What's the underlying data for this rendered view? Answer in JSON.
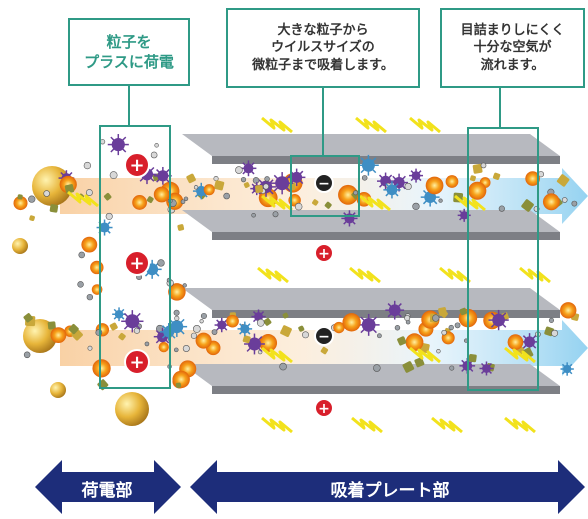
{
  "callouts": {
    "charge": [
      "粒子を",
      "プラスに荷電"
    ],
    "small": [
      "大きな粒子から",
      "ウイルスサイズの",
      "微粒子まで吸着します。"
    ],
    "flow": [
      "目詰まりしにくく",
      "十分な空気が",
      "流れます。"
    ]
  },
  "sections": {
    "charging": "荷電部",
    "plates": "吸着プレート部"
  },
  "symbols": {
    "plus": "+",
    "minus": "−"
  },
  "colors": {
    "accent": "#2f9a86",
    "navy": "#1d2d7a",
    "plate_top": "#b7b9bf",
    "plate_side": "#7d7f85",
    "bolt": "#f2e21c",
    "airflow": "#9fd6f2",
    "plus_badge": "#d81f2b",
    "minus_badge": "#222222"
  },
  "icons": [
    "plus-charge-icon",
    "minus-charge-icon",
    "lightning-icon",
    "particle-icon",
    "virus-icon"
  ]
}
